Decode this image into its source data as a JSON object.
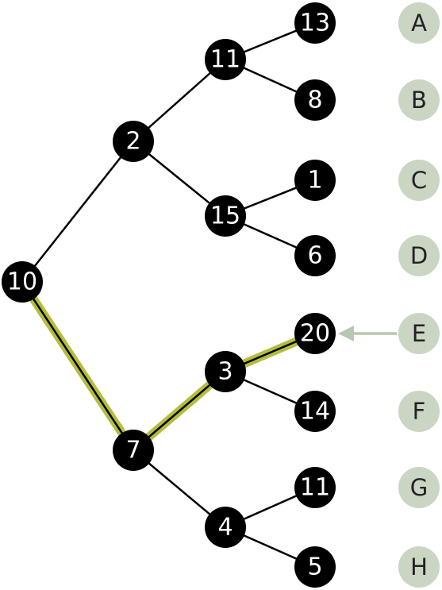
{
  "colors": {
    "node_fill": "#000000",
    "node_text": "#ffffff",
    "edge": "#000000",
    "highlight": "#b5bd3a",
    "label_circle": "#cbd5c3",
    "label_text": "#222222",
    "arrow": "#b7c7b0"
  },
  "nodes": {
    "root": "10",
    "l1_top": "2",
    "l1_bottom": "7",
    "l2_a": "11",
    "l2_b": "15",
    "l2_c": "3",
    "l2_d": "4",
    "leaf_a": "13",
    "leaf_b": "8",
    "leaf_c": "1",
    "leaf_d": "6",
    "leaf_e": "20",
    "leaf_f": "14",
    "leaf_g": "11",
    "leaf_h": "5"
  },
  "leaf_labels": {
    "a": "A",
    "b": "B",
    "c": "C",
    "d": "D",
    "e": "E",
    "f": "F",
    "g": "G",
    "h": "H"
  },
  "highlighted_path": [
    "10",
    "7",
    "3",
    "20"
  ],
  "pointer": {
    "from_label": "E",
    "to_node": "20",
    "icon": "left-arrow-icon"
  }
}
